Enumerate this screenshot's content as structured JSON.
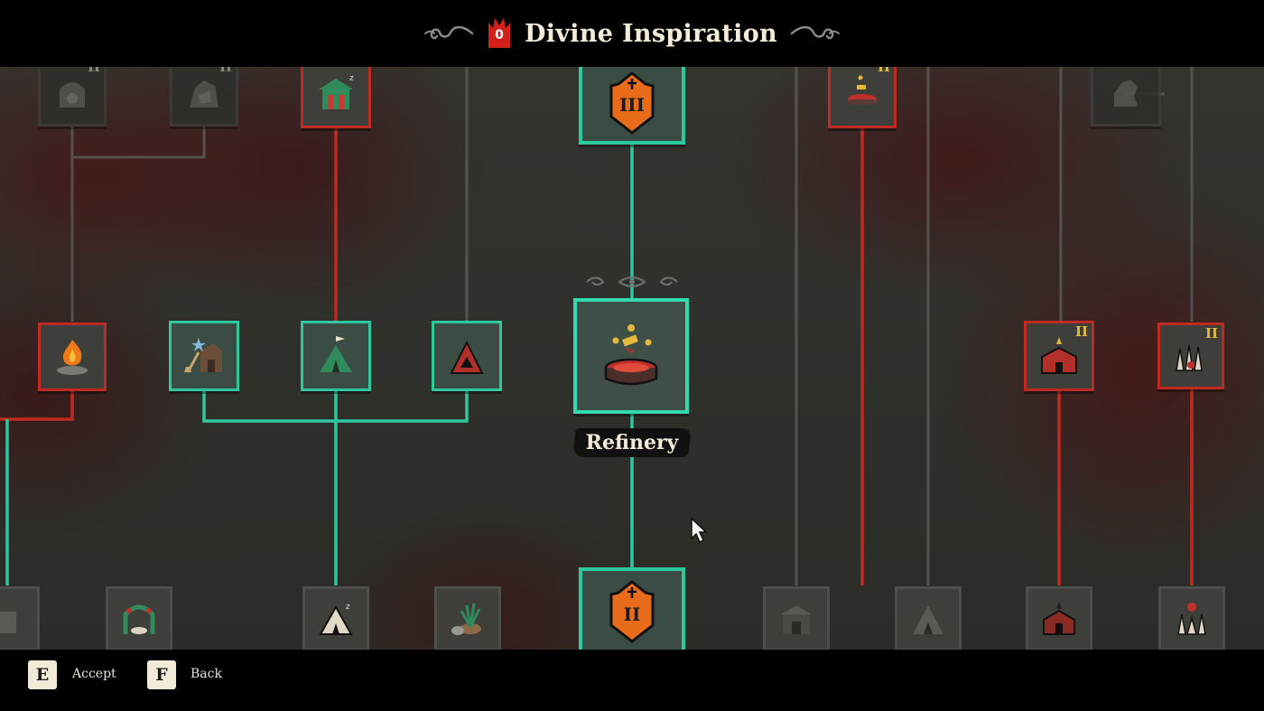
{
  "header": {
    "title": "Divine Inspiration",
    "currency_count": "0",
    "currency_icon": "red-devotion-flame-icon"
  },
  "selected_node": {
    "label": "Refinery",
    "icon": "refinery-icon"
  },
  "tiers": {
    "top_banner": "III",
    "bottom_banner": "II"
  },
  "node_badges": {
    "mine_top": "II",
    "shrine_top": "II",
    "donation_top": "II",
    "church_mid": "II",
    "spikes_mid": "II"
  },
  "footer": {
    "accept_key": "E",
    "accept_label": "Accept",
    "back_key": "F",
    "back_label": "Back"
  },
  "colors": {
    "unlocked": "#2ec79e",
    "available": "#c02a22",
    "locked": "#4c4e49",
    "numeral": "#e6b93c"
  }
}
